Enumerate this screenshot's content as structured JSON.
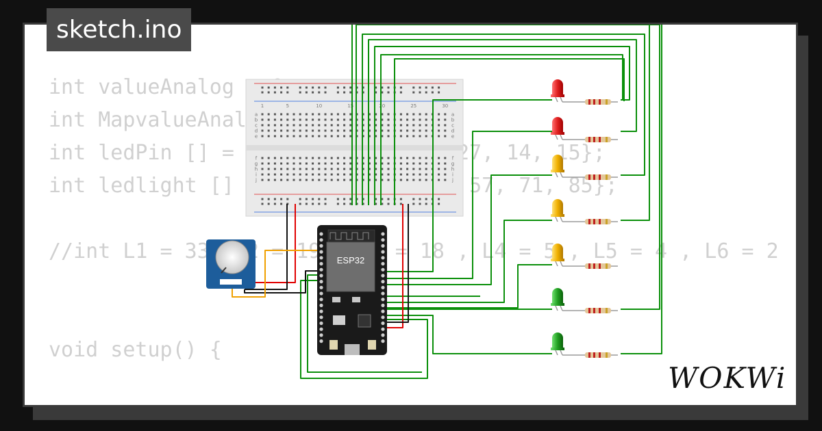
{
  "tab": {
    "title": "sketch.ino"
  },
  "code_lines": [
    "int valueAnalog = 0;",
    "int MapvalueAnalog = 0;",
    "int ledPin [] = {32, 33, 25, 26, 27, 14, 15};",
    "int ledlight [] = {1, 15, 29, 43, 57, 71, 85};",
    "",
    "//int L1 = 33, L2 = 19 , L3 = 18 , L4 = 5 , L5 = 4 , L6 = 2",
    "",
    "",
    "void setup() {"
  ],
  "breadboard": {
    "column_numbers": [
      "1",
      "5",
      "10",
      "15",
      "20",
      "25",
      "30"
    ],
    "row_letters_top": [
      "a",
      "b",
      "c",
      "d",
      "e"
    ],
    "row_letters_bottom": [
      "f",
      "g",
      "h",
      "i",
      "j"
    ]
  },
  "esp32": {
    "label": "ESP32"
  },
  "logo": {
    "text": "WOKWi"
  },
  "colors": {
    "wire_green": "#0a8f0a",
    "wire_red": "#e00000",
    "wire_black": "#111111",
    "wire_orange": "#f0a000",
    "led_red": "#e02020",
    "led_yellow": "#f0b000",
    "led_green": "#22a022",
    "pot_blue": "#1d5d9b",
    "board_black": "#1a1a1a"
  },
  "leds": [
    {
      "color": "red"
    },
    {
      "color": "red"
    },
    {
      "color": "yellow"
    },
    {
      "color": "yellow"
    },
    {
      "color": "yellow"
    },
    {
      "color": "green"
    },
    {
      "color": "green"
    }
  ]
}
